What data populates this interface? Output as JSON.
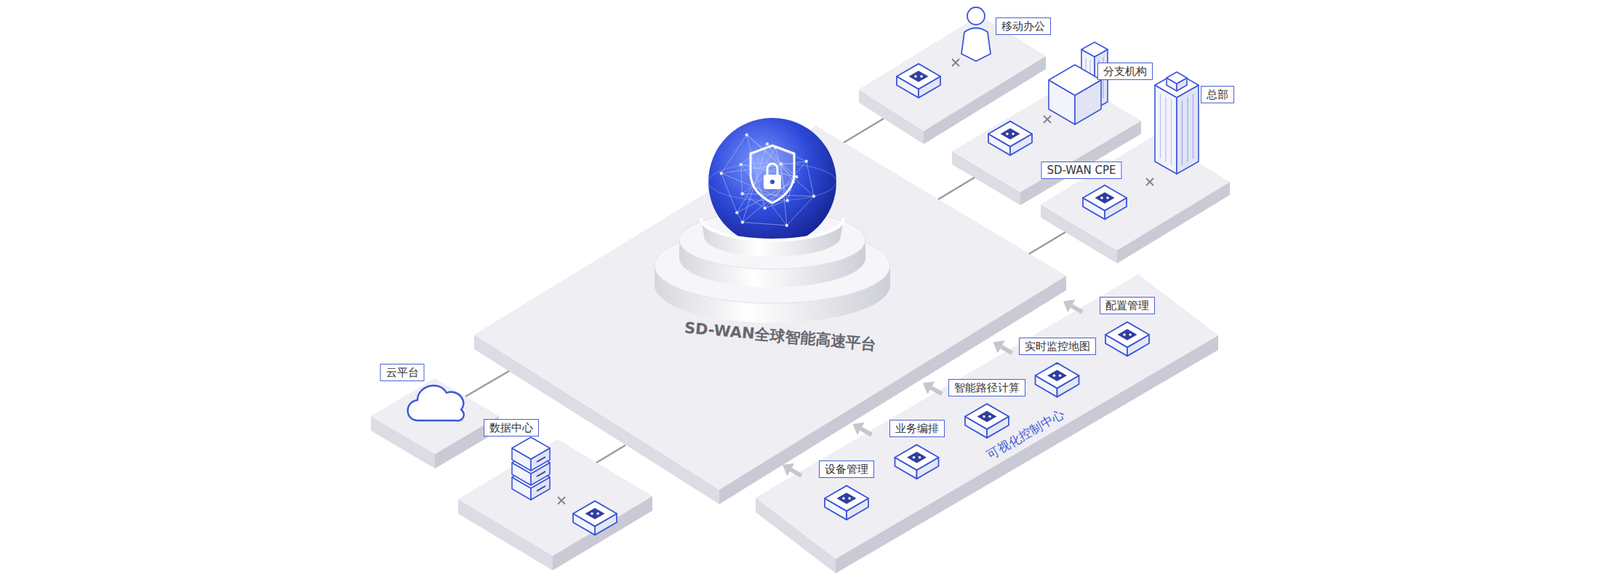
{
  "diagram": {
    "nodes": [
      {
        "text": [
          "SD-WAN全球智能高速平台"
        ]
      },
      {
        "text": [
          "移动办公"
        ]
      },
      {
        "text": [
          "分支机构"
        ]
      },
      {
        "text": [
          "总部"
        ]
      },
      {
        "text": [
          "SD-WAN CPE"
        ],
        "in": 3
      },
      {
        "text": [
          "云平台"
        ]
      },
      {
        "text": [
          "数据中心"
        ]
      },
      {
        "text": [
          "可视化控制中心"
        ]
      },
      {
        "text": [
          "设备管理"
        ],
        "in": 7
      },
      {
        "text": [
          "业务编排"
        ],
        "in": 7
      },
      {
        "text": [
          "智能路径计算"
        ],
        "in": 7
      },
      {
        "text": [
          "实时监控地图"
        ],
        "in": 7
      },
      {
        "text": [
          "配置管理"
        ],
        "in": 7
      }
    ],
    "edges": [
      {
        "from": 0,
        "to": 1,
        "arrow": "none"
      },
      {
        "from": 0,
        "to": 2,
        "arrow": "none"
      },
      {
        "from": 0,
        "to": 3,
        "arrow": "none"
      },
      {
        "from": 0,
        "to": 5,
        "arrow": "none"
      },
      {
        "from": 0,
        "to": 6,
        "arrow": "none"
      }
    ]
  }
}
